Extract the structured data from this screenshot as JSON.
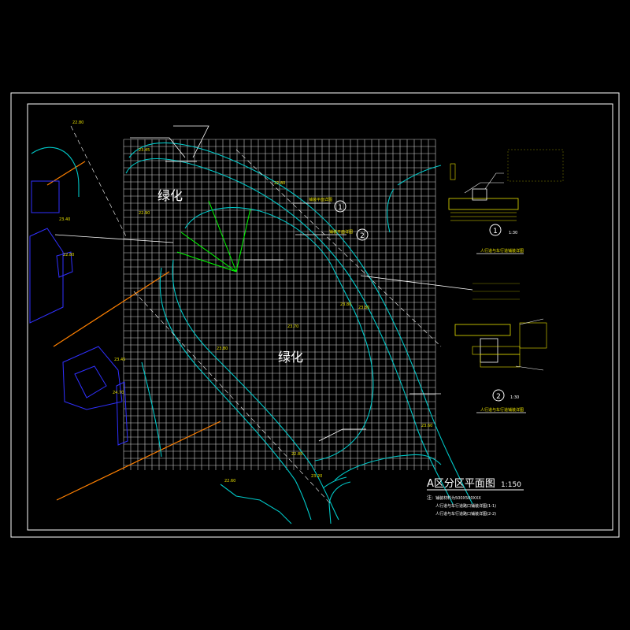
{
  "drawing": {
    "title": "A区分区平面图",
    "scale": "1:150",
    "zone_label_1": "绿化",
    "zone_label_2": "绿化"
  },
  "notes": {
    "prefix": "注:",
    "line1": "铺装材料为500X500XXX",
    "line2": "人行道与车行道路口铺装详图(1-1)",
    "line3": "人行道与车行道路口铺装详图(2-2)"
  },
  "detail_1": {
    "marker": "1",
    "scale": "1:30",
    "caption": "人行道与车行道铺装详图"
  },
  "detail_2": {
    "marker": "2",
    "scale": "1:30",
    "caption": "人行道与车行道铺装详图"
  },
  "callouts": {
    "ref_1": "1",
    "ref_2": "2",
    "section_label_1": "铺装平面详图",
    "section_label_2": "铺装平面详图"
  },
  "elevations": [
    "22.80",
    "23.45",
    "22.90",
    "23.40",
    "22.80",
    "23.45",
    "24.70",
    "23.80",
    "23.70",
    "22.60",
    "22.80",
    "23.20",
    "23.60",
    "23.80",
    "23.80",
    "22.80"
  ],
  "colors": {
    "background": "#000000",
    "frame": "#ffffff",
    "grid": "#c8c8c8",
    "road": "#00c8c8",
    "boundary": "#ff8000",
    "annotation": "#e8e000",
    "leader": "#00ff00",
    "building": "#3030ff"
  }
}
